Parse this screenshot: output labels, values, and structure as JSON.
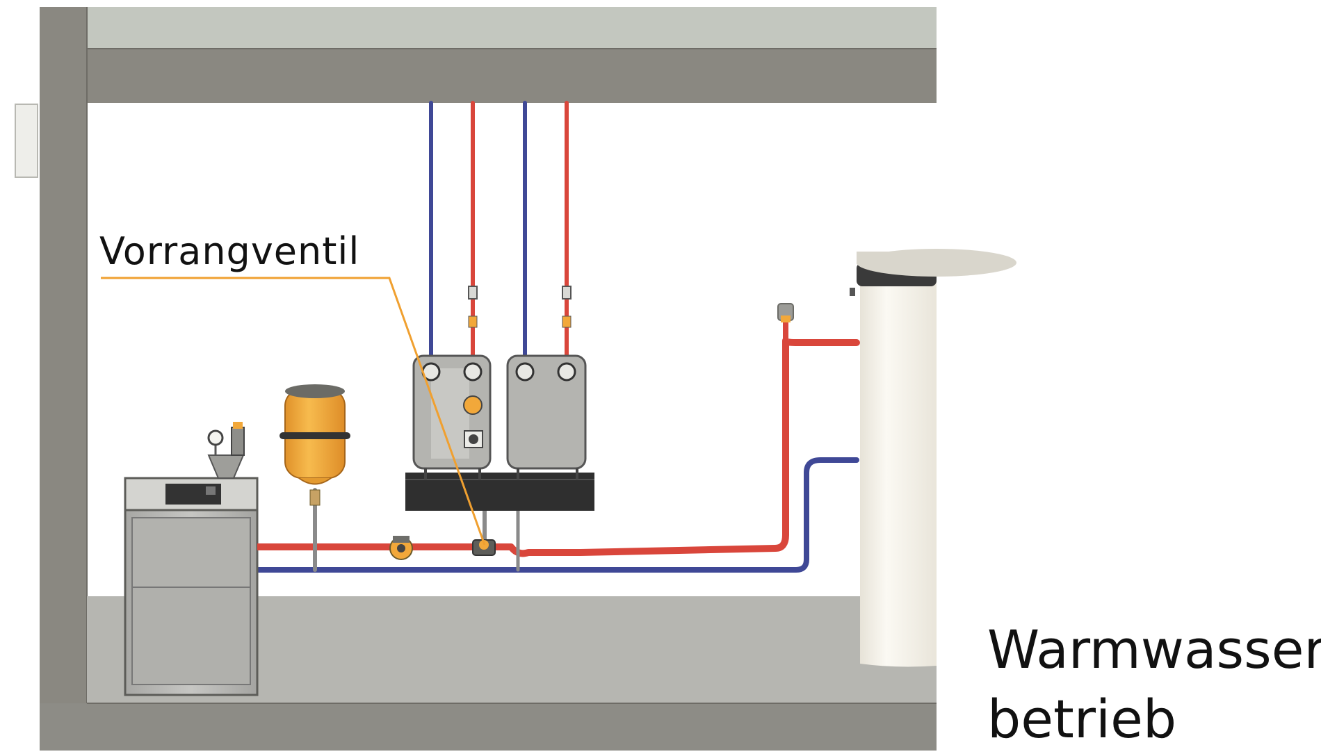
{
  "callout": {
    "label": "Vorrangventil",
    "line_color": "#f0a030"
  },
  "mode": {
    "line1": "Warmwasser-",
    "line2": "betrieb"
  },
  "colors": {
    "wall": "#8a8881",
    "ceiling_top": "#c0c4bc",
    "floor": "#b5b5b0",
    "supply_pipe": "#d9463b",
    "return_pipe": "#3f4896",
    "vessel": "#f2a83a",
    "tank": "#f2efe6",
    "boiler": "#b9b9b6"
  }
}
